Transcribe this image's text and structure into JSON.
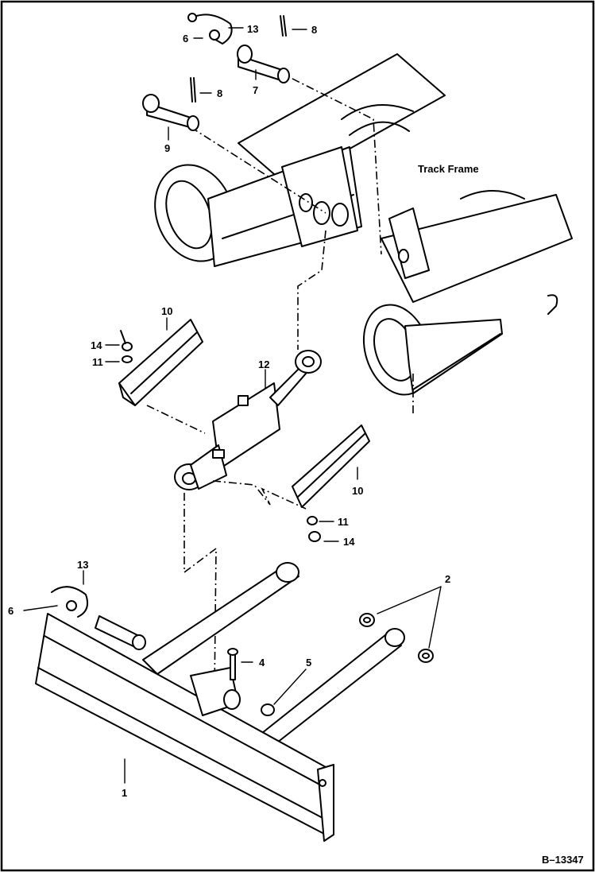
{
  "diagram": {
    "track_frame_label": "Track Frame",
    "reference": "B–13347",
    "callouts": [
      {
        "id": "c13-top",
        "text": "13"
      },
      {
        "id": "c6-top",
        "text": "6"
      },
      {
        "id": "c8-right",
        "text": "8"
      },
      {
        "id": "c7",
        "text": "7"
      },
      {
        "id": "c8-left",
        "text": "8"
      },
      {
        "id": "c9",
        "text": "9"
      },
      {
        "id": "c10-left",
        "text": "10"
      },
      {
        "id": "c14-left",
        "text": "14"
      },
      {
        "id": "c11-left",
        "text": "11"
      },
      {
        "id": "c12",
        "text": "12"
      },
      {
        "id": "c10-right",
        "text": "10"
      },
      {
        "id": "c11-right",
        "text": "11"
      },
      {
        "id": "c14-right",
        "text": "14"
      },
      {
        "id": "c13-bottom",
        "text": "13"
      },
      {
        "id": "c6-bottom",
        "text": "6"
      },
      {
        "id": "c2",
        "text": "2"
      },
      {
        "id": "c4",
        "text": "4"
      },
      {
        "id": "c5",
        "text": "5"
      },
      {
        "id": "c1",
        "text": "1"
      }
    ]
  }
}
